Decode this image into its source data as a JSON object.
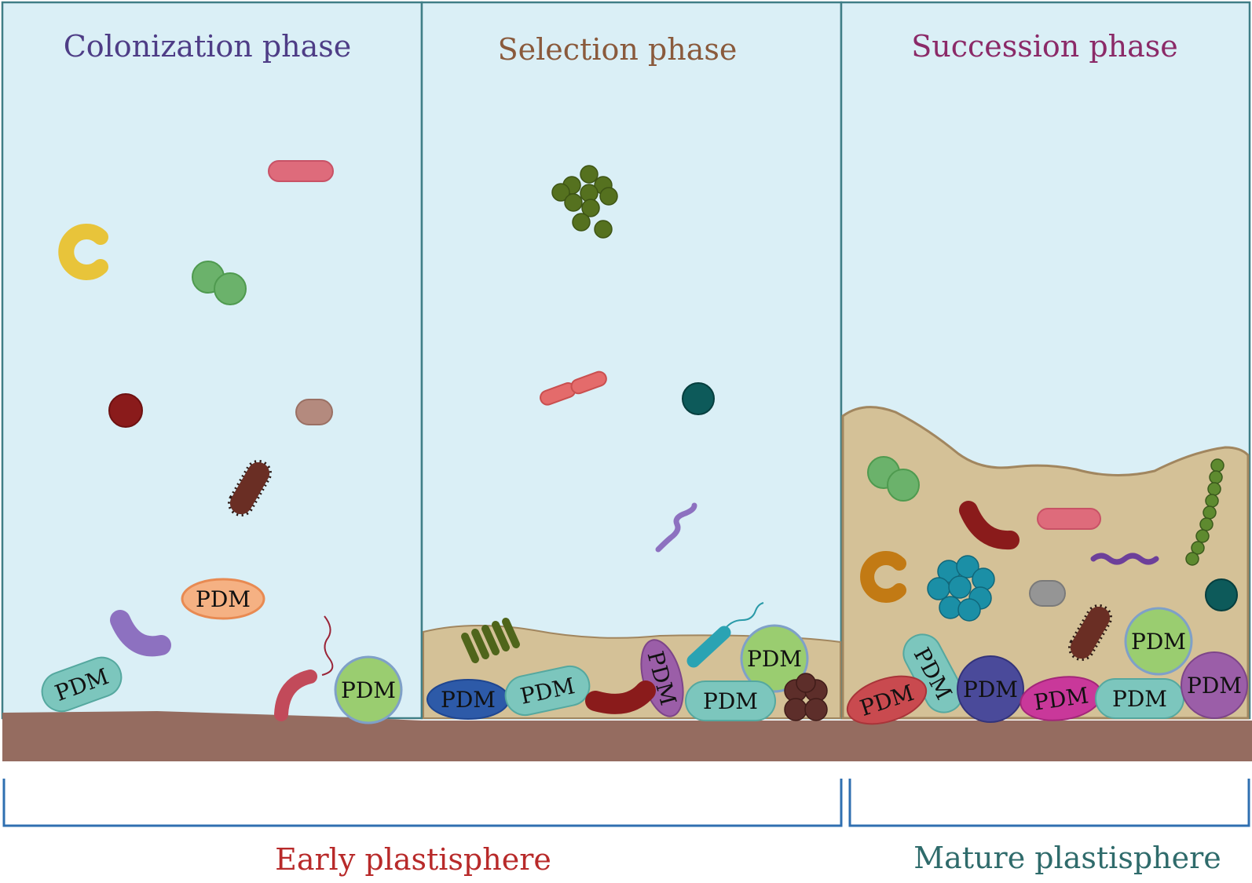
{
  "phases": [
    {
      "title": "Colonization phase",
      "color": "#4e3d86"
    },
    {
      "title": "Selection phase",
      "color": "#8a5a3c"
    },
    {
      "title": "Succession phase",
      "color": "#8b2a68"
    }
  ],
  "pdm_label": "PDM",
  "groups": [
    {
      "label": "Early plastisphere",
      "color": "#b82a2a"
    },
    {
      "label": "Mature plastisphere",
      "color": "#2f6b6b"
    }
  ],
  "colors": {
    "water": "#daeff6",
    "frame": "#3f7e86",
    "biofilm": "#d4c197",
    "biofilm_edge": "#a1865f",
    "plastic_surface": "#956c60",
    "bracket": "#2f6fb0"
  }
}
